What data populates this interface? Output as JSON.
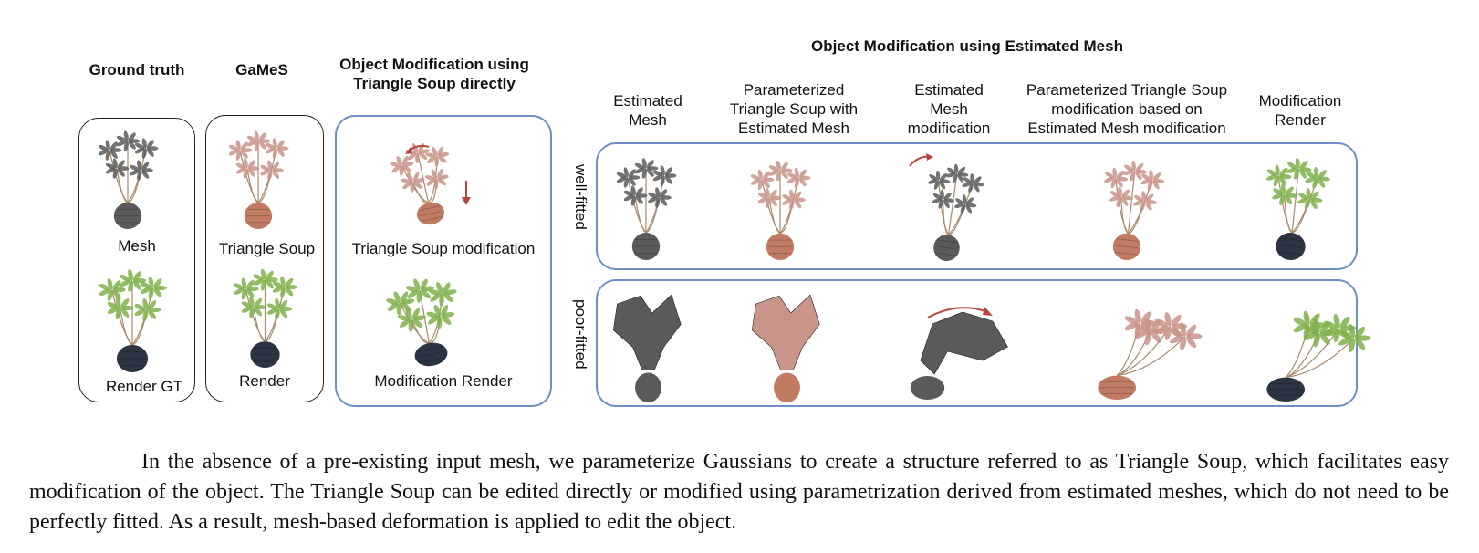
{
  "headers": {
    "ground_truth": "Ground truth",
    "games": "GaMeS",
    "object_mod_direct_line1": "Object Modification using",
    "object_mod_direct_line2": "Triangle Soup directly",
    "object_mod_estimated": "Object Modification using Estimated Mesh"
  },
  "columns": {
    "estimated_mesh": [
      "Estimated",
      "Mesh"
    ],
    "param_soup": [
      "Parameterized",
      "Triangle Soup with",
      "Estimated Mesh"
    ],
    "est_mesh_mod": [
      "Estimated",
      "Mesh",
      "modification"
    ],
    "param_soup_mod": [
      "Parameterized Triangle Soup",
      "modification based on",
      "Estimated Mesh modification"
    ],
    "mod_render": [
      "Modification",
      "Render"
    ]
  },
  "labels": {
    "mesh": "Mesh",
    "render_gt": "Render GT",
    "triangle_soup": "Triangle Soup",
    "render": "Render",
    "triangle_soup_modification": "Triangle Soup modification",
    "modification_render": "Modification Render"
  },
  "rows": {
    "well_fitted": "well-fitted",
    "poor_fitted": "poor-fitted"
  },
  "caption": "In the absence of a pre-existing input mesh, we parameterize Gaussians to create a structure referred to as Triangle Soup, which facilitates easy modification of the object. The Triangle Soup can be edited directly or modified using parametrization derived from estimated meshes, which do not need to be perfectly fitted. As a result, mesh-based deformation is applied to edit the object.",
  "colors": {
    "mesh_gray": "#5a5a5a",
    "soup_pink": "#c9948a",
    "pot_terracotta": "#c07b62",
    "leaf_green": "#7fb04a",
    "pot_dark": "#2c3444",
    "panel_blue": "#6d8fc4",
    "arrow_red": "#b5473e"
  }
}
